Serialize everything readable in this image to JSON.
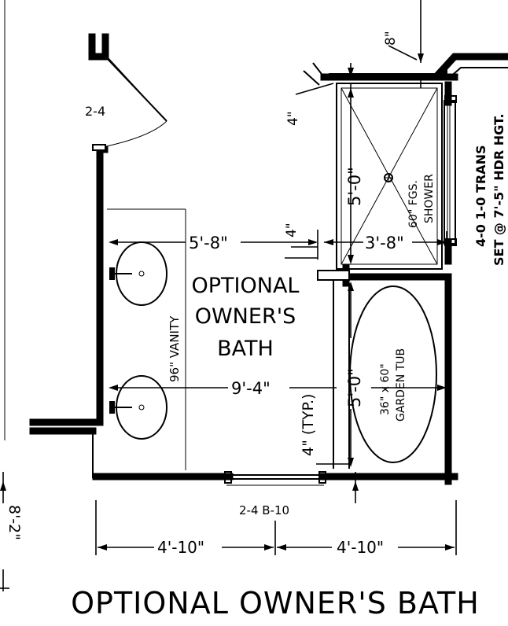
{
  "title": "OPTIONAL OWNER'S BATH",
  "room": {
    "line1": "OPTIONAL",
    "line2": "OWNER'S",
    "line3": "BATH"
  },
  "door_top": "2-4",
  "door_bottom": "2-4 B-10",
  "vanity": "96\" VANITY",
  "shower": {
    "line1": "60\" FGS.",
    "line2": "SHOWER"
  },
  "tub": {
    "line1": "36\" x 60\"",
    "line2": "GARDEN TUB"
  },
  "window": {
    "line1": "4-0 1-0 TRANS",
    "line2": "SET @ 7'-5\" HDR HGT."
  },
  "dims": {
    "d_8in": "8\"",
    "d_4in_top": "4\"",
    "d_5ft_shower": "5'-0\"",
    "d_5ft8": "5'-8\"",
    "d_4in_mid": "4\"",
    "d_3ft8": "3'-8\"",
    "d_9ft4": "9'-4\"",
    "d_5ft_tub": "5'-0\"",
    "d_4in_typ": "4\" (TYP.)",
    "d_4ft10_left": "4'-10\"",
    "d_4ft10_right": "4'-10\"",
    "d_edge": "8'-2\""
  }
}
